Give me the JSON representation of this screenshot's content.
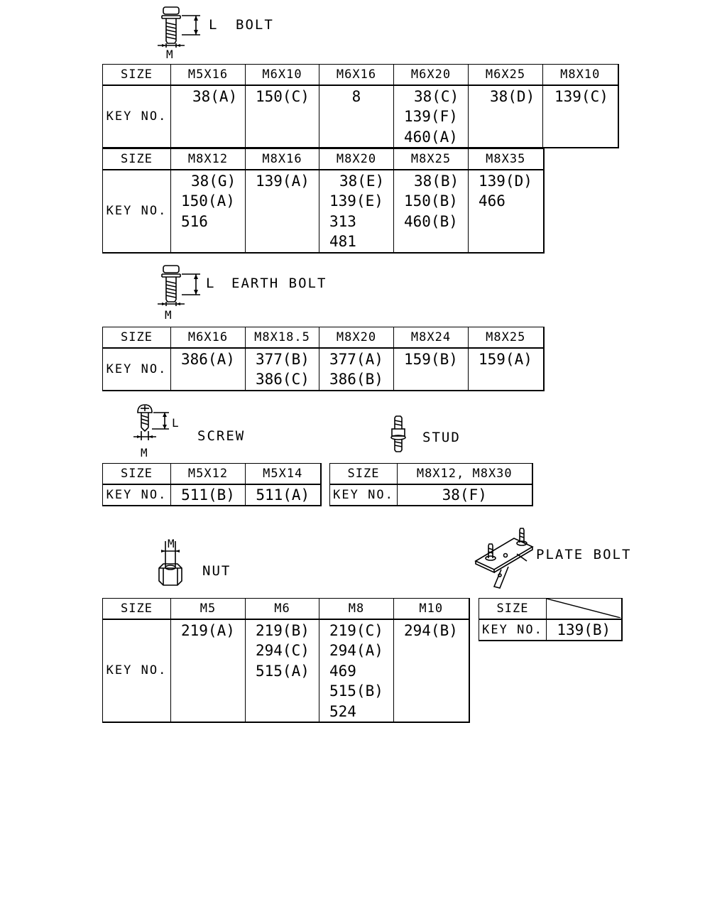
{
  "bolt": {
    "title": "BOLT",
    "dim_l": "L",
    "dim_m": "M",
    "tables": [
      {
        "size_label": "SIZE",
        "key_label": "KEY NO.",
        "sizes": [
          "M5X16",
          "M6X10",
          "M6X16",
          "M6X20",
          "M6X25",
          "M8X10"
        ],
        "keys": [
          [
            "38(A)"
          ],
          [
            "150(C)"
          ],
          [
            "8"
          ],
          [
            "38(C)",
            "139(F)",
            "460(A)"
          ],
          [
            "38(D)"
          ],
          [
            "139(C)"
          ]
        ]
      },
      {
        "size_label": "SIZE",
        "key_label": "KEY NO.",
        "sizes": [
          "M8X12",
          "M8X16",
          "M8X20",
          "M8X25",
          "M8X35"
        ],
        "keys": [
          [
            "38(G)",
            "150(A)",
            "516"
          ],
          [
            "139(A)"
          ],
          [
            "38(E)",
            "139(E)",
            "313",
            "481"
          ],
          [
            "38(B)",
            "150(B)",
            "460(B)"
          ],
          [
            "139(D)",
            "466"
          ]
        ]
      }
    ]
  },
  "earth_bolt": {
    "title": "EARTH BOLT",
    "dim_l": "L",
    "dim_m": "M",
    "table": {
      "size_label": "SIZE",
      "key_label": "KEY NO.",
      "sizes": [
        "M6X16",
        "M8X18.5",
        "M8X20",
        "M8X24",
        "M8X25"
      ],
      "keys": [
        [
          "386(A)"
        ],
        [
          "377(B)",
          "386(C)"
        ],
        [
          "377(A)",
          "386(B)"
        ],
        [
          "159(B)"
        ],
        [
          "159(A)"
        ]
      ]
    }
  },
  "screw": {
    "title": "SCREW",
    "dim_l": "L",
    "dim_m": "M",
    "table": {
      "size_label": "SIZE",
      "key_label": "KEY NO.",
      "sizes": [
        "M5X12",
        "M5X14"
      ],
      "keys": [
        [
          "511(B)"
        ],
        [
          "511(A)"
        ]
      ]
    }
  },
  "stud": {
    "title": "STUD",
    "table": {
      "size_label": "SIZE",
      "key_label": "KEY NO.",
      "sizes": [
        "M8X12, M8X30"
      ],
      "keys": [
        [
          "38(F)"
        ]
      ]
    }
  },
  "nut": {
    "title": "NUT",
    "dim_m": "M",
    "table": {
      "size_label": "SIZE",
      "key_label": "KEY NO.",
      "sizes": [
        "M5",
        "M6",
        "M8",
        "M10"
      ],
      "keys": [
        [
          "219(A)"
        ],
        [
          "219(B)",
          "294(C)",
          "515(A)"
        ],
        [
          "219(C)",
          "294(A)",
          "469",
          "515(B)",
          "524"
        ],
        [
          "294(B)"
        ]
      ]
    }
  },
  "plate_bolt": {
    "title": "PLATE BOLT",
    "table": {
      "size_label": "SIZE",
      "key_label": "KEY NO.",
      "keys": [
        [
          "139(B)"
        ]
      ]
    }
  }
}
